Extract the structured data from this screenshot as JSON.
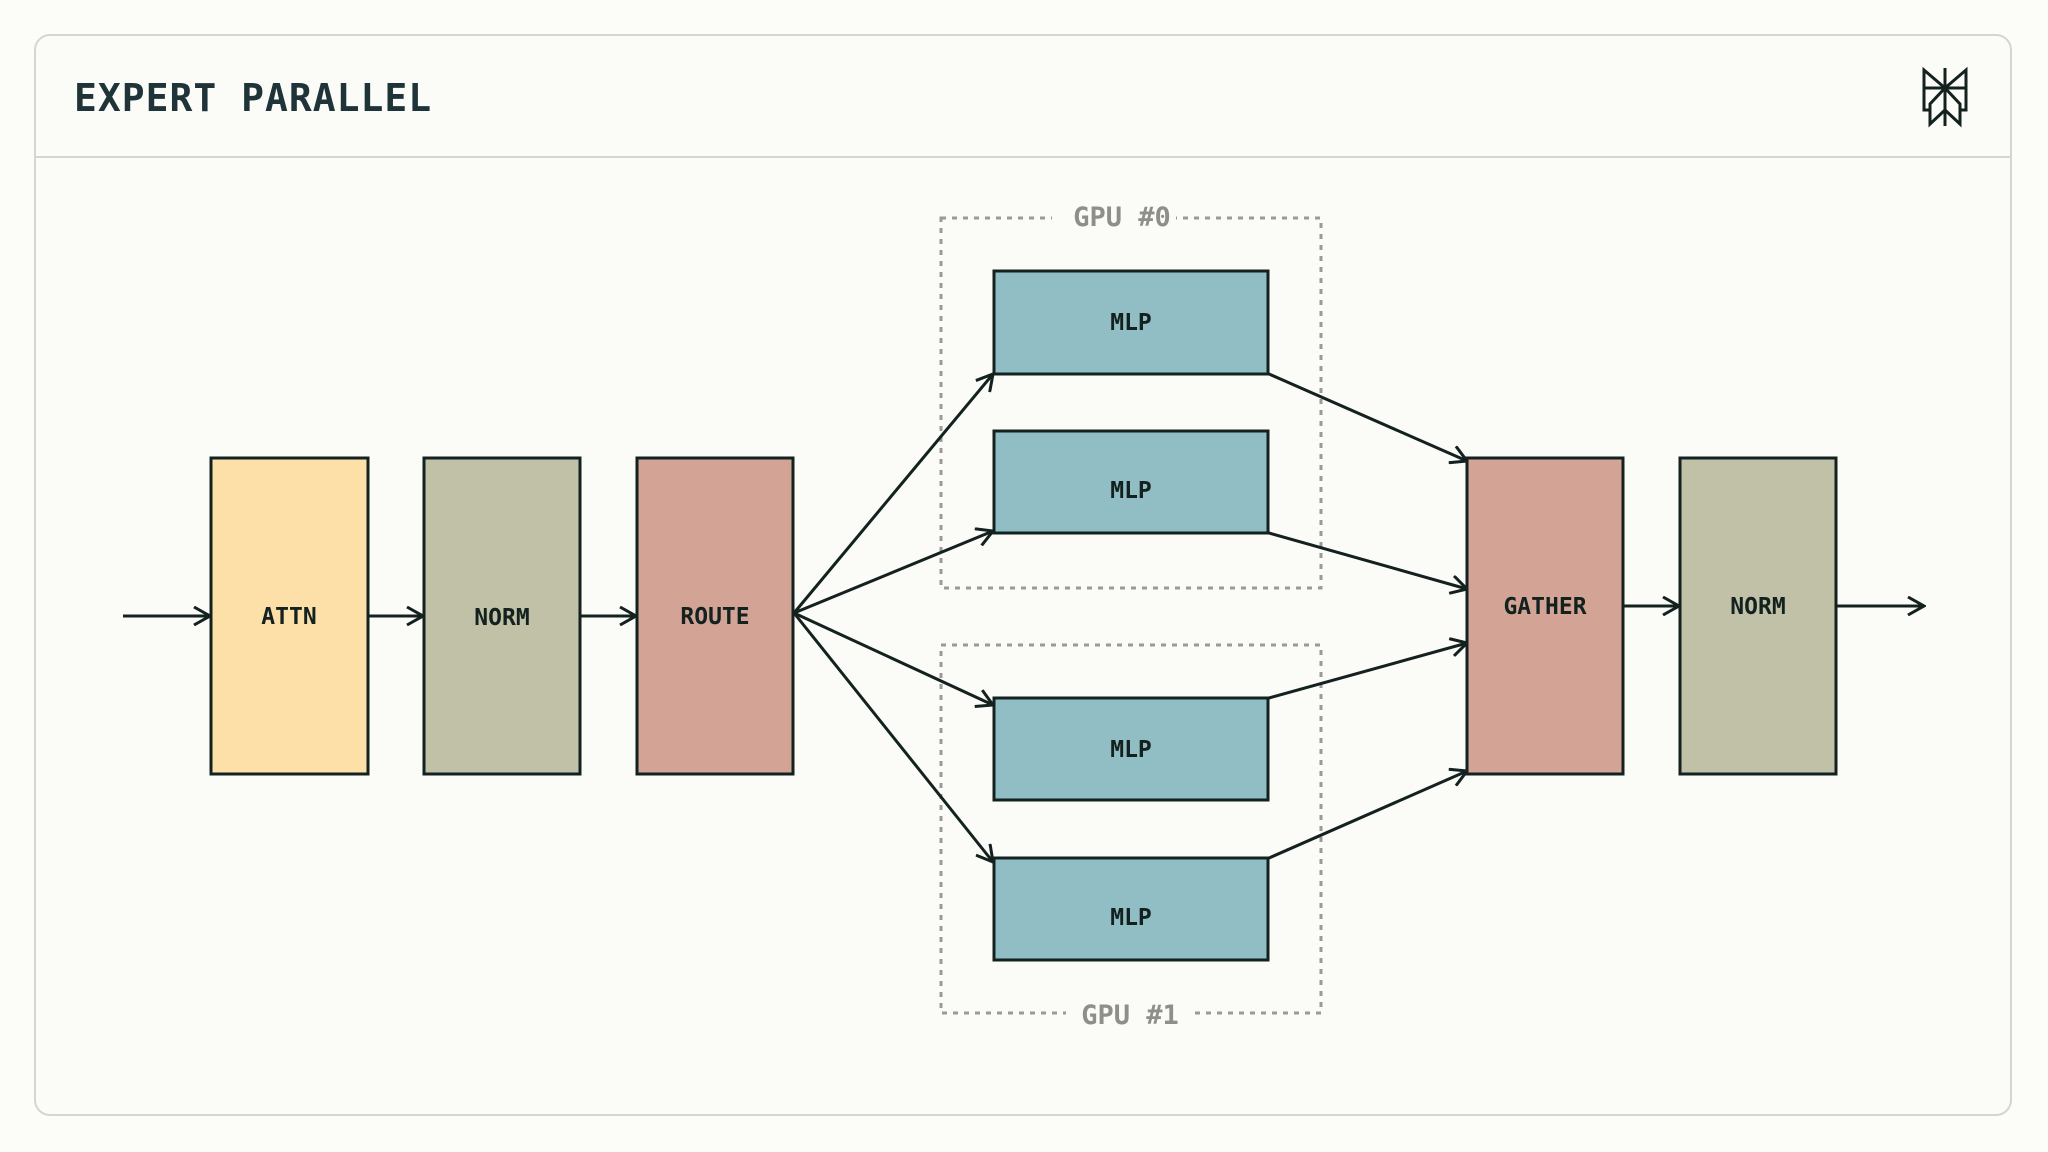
{
  "header": {
    "title": "EXPERT PARALLEL",
    "logo_icon": "perplexity-logo-icon"
  },
  "diagram": {
    "blocks": {
      "attn": "ATTN",
      "norm_in": "NORM",
      "route": "ROUTE",
      "mlp_0a": "MLP",
      "mlp_0b": "MLP",
      "mlp_1a": "MLP",
      "mlp_1b": "MLP",
      "gather": "GATHER",
      "norm_out": "NORM"
    },
    "groups": {
      "gpu0": "GPU #0",
      "gpu1": "GPU #1"
    },
    "colors": {
      "attn": "#fce0a8",
      "norm": "#c1c1a8",
      "route": "#d3a496",
      "mlp": "#91bdc4",
      "gather": "#d3a496",
      "stroke": "#13211f",
      "group_border": "#9a9a96"
    }
  }
}
